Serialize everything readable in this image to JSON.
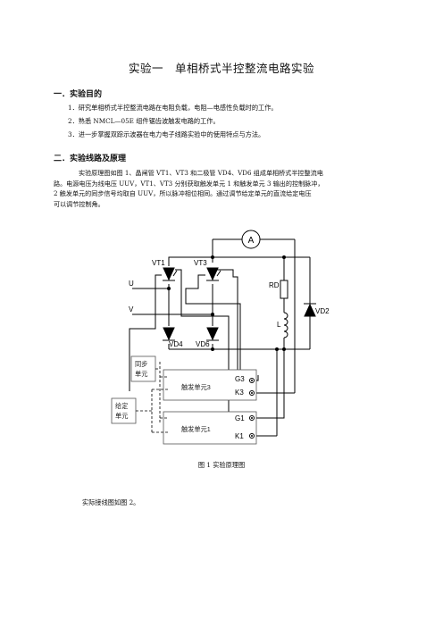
{
  "doc": {
    "title": "实验一　单相桥式半控整流电路实验",
    "section1": {
      "heading": "一．实验目的",
      "items": [
        "1．研究单相桥式半控整流电路在电阻负载，电阻—电感性负载时的工作。",
        "2．熟悉 NMCL—05E 组件锯齿波触发电路的工作。",
        "3．进一步掌握双踪示波器在电力电子线路实验中的使用特点与方法。"
      ]
    },
    "section2": {
      "heading": "二．实验线路及原理",
      "para_lines": [
        "实验原理图如图 1、晶闸管 VT1、VT3 和二极管 VD4、VD6 组成单相桥式半控整流电",
        "路。电源电压为线电压 UUV，VT1、VT3 分别获取触发单元 1 和触发单元 3 输出的控制脉冲，",
        "2 触发单元的同步信号均取自 UUV，所以脉冲相位相同。通过调节给定单元的直流给定电压",
        "可以调节控制角。"
      ]
    },
    "figure": {
      "caption": "图 1  实验原理图",
      "labels": {
        "vt1": "VT1",
        "vt3": "VT3",
        "vd4": "VD4",
        "vd6": "VD6",
        "vd2": "VD2",
        "u": "U",
        "v": "V",
        "ammeter": "A",
        "rd": "RD",
        "l": "L",
        "sync1": "同步",
        "sync2": "单元",
        "given1": "给定",
        "given2": "单元",
        "trig3": "触发单元3",
        "trig1": "触发单元1",
        "g3": "G3",
        "k3": "K3",
        "g1": "G1",
        "k1": "K1"
      }
    },
    "closing": "实际接线图如图 2。"
  }
}
